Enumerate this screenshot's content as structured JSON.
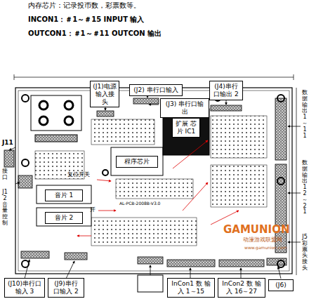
{
  "diagram": {
    "nodes": [
      {
        "text": [
          "(J1)电源 输入接头"
        ]
      },
      {
        "text": [
          "(J2) 串行口输入"
        ]
      },
      {
        "text": [
          "(J4)串行 口输出 2"
        ]
      },
      {
        "text": [
          "(J3) 串行口输出"
        ]
      },
      {
        "text": [
          "扩展 芯片 IC1"
        ]
      },
      {
        "text": [
          "程序芯片"
        ]
      },
      {
        "text": [
          "音片 1"
        ]
      },
      {
        "text": [
          "音片 2"
        ]
      },
      {
        "text": [
          "(J10)串行口 输入 3"
        ]
      },
      {
        "text": [
          "(J9)串行 口输入 2"
        ]
      },
      {
        "text": [
          "InCon1 数 输入 1～15"
        ]
      },
      {
        "text": [
          "InCon2 数 输入 16～27"
        ]
      },
      {
        "text": [
          "(J6)"
        ]
      }
    ],
    "labels": [
      "内存芯片：记录投币数，彩票数等。",
      "INCON1：＃1～＃15 INPUT 输入",
      "OUTCON1：＃1～＃11 OUTCON 输出",
      "J11",
      "接口",
      "J12 音量控制",
      "数据输出 1～11",
      "数据输出 12～21",
      "J5 彩票头接头",
      "复位开关",
      "开",
      "AL-PCB-2008B-V3.0",
      "GAMUNION",
      "动漫游戏联盟网",
      "www.gamunion.com"
    ]
  }
}
